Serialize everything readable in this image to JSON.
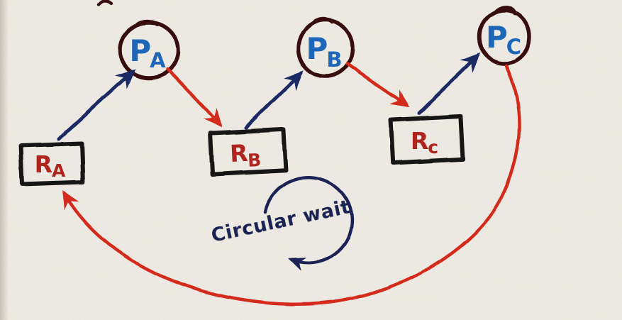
{
  "diagram": {
    "kind": "hand-drawn resource-allocation graph (deadlock)",
    "caption": "Circular wait",
    "colors": {
      "paper": "#f2efe8",
      "process_outline": "#381009",
      "process_label": "#1e67b8",
      "resource_outline": "#161412",
      "resource_label": "#b0241e",
      "request_arrow": "#d32a1b",
      "assignment_arrow": "#1c2a63",
      "annotation": "#1a2352"
    },
    "processes": [
      {
        "id": "PA",
        "letter": "P",
        "sub": "A"
      },
      {
        "id": "PB",
        "letter": "P",
        "sub": "B"
      },
      {
        "id": "PC",
        "letter": "P",
        "sub": "C"
      }
    ],
    "resources": [
      {
        "id": "RA",
        "letter": "R",
        "sub": "A"
      },
      {
        "id": "RB",
        "letter": "R",
        "sub": "B"
      },
      {
        "id": "RC",
        "letter": "R",
        "sub": "c"
      }
    ],
    "edges": [
      {
        "from": "RA",
        "to": "PA",
        "type": "assignment",
        "color": "navy"
      },
      {
        "from": "PA",
        "to": "RB",
        "type": "request",
        "color": "red"
      },
      {
        "from": "RB",
        "to": "PB",
        "type": "assignment",
        "color": "navy"
      },
      {
        "from": "PB",
        "to": "RC",
        "type": "request",
        "color": "red"
      },
      {
        "from": "RC",
        "to": "PC",
        "type": "assignment",
        "color": "navy"
      },
      {
        "from": "PC",
        "to": "RA",
        "type": "request",
        "color": "red"
      }
    ]
  }
}
